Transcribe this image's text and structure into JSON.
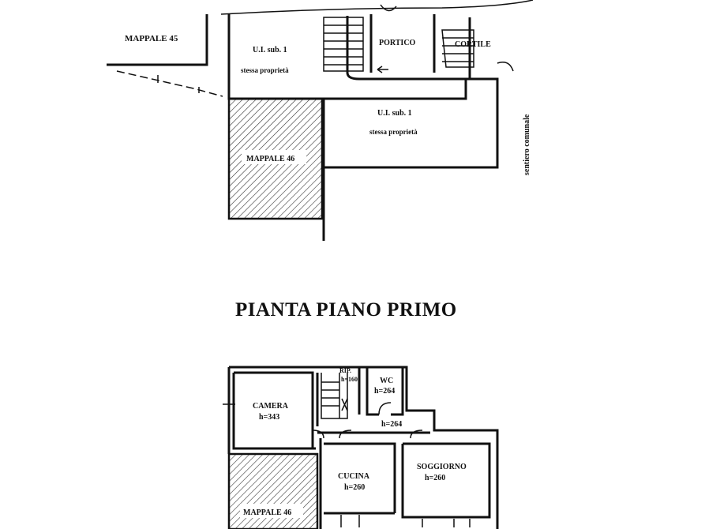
{
  "ground_floor": {
    "mappale_45": "MAPPALE 45",
    "ui_top_line1": "U.I.  sub.  1",
    "ui_top_line2": "stessa proprietà",
    "portico": "PORTICO",
    "cortile": "CORTILE",
    "ui_main_line1": "U.I.  sub.  1",
    "ui_main_line2": "stessa proprietà",
    "mappale_46": "MAPPALE 46",
    "sentiero": "sentiero comunale"
  },
  "section_title": "PIANTA PIANO PRIMO",
  "first_floor": {
    "camera_name": "CAMERA",
    "camera_height": "h=343",
    "rip_name": "RIP.",
    "rip_height": "h=160",
    "wc_name": "WC",
    "wc_height": "h=264",
    "corridor_height": "h=264",
    "cucina_name": "CUCINA",
    "cucina_height": "h=260",
    "soggiorno_name": "SOGGIORNO",
    "soggiorno_height": "h=260",
    "mappale_46": "MAPPALE 46"
  }
}
